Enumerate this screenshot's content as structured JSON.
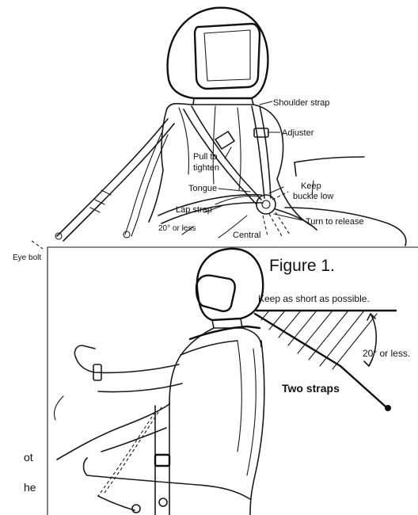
{
  "top_figure": {
    "callouts": {
      "shoulder_strap": "Shoulder strap",
      "adjuster": "Adjuster",
      "pull_to": "Pull to",
      "tighten": "tighten",
      "keep": "Keep",
      "buckle_low": "buckle low",
      "tongue": "Tongue",
      "lap_strap": "Lap strap",
      "turn_to_release": "Turn to release",
      "twenty_or_less": "20° or less",
      "central": "Central"
    }
  },
  "left_label": {
    "eye_bolt": "Eye bolt"
  },
  "bottom_figure": {
    "title": "Figure 1.",
    "keep_short": "Keep as short as possible.",
    "angle": "20° or less.",
    "two_straps": "Two straps"
  },
  "body_text_fragments": {
    "line1": "ot",
    "line2": "he"
  }
}
